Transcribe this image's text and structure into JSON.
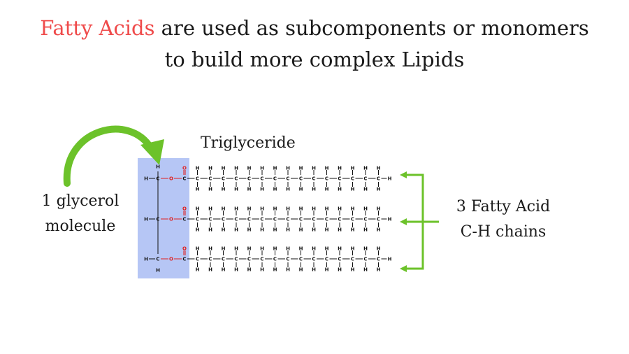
{
  "heading": {
    "accent": "Fatty Acids",
    "line1_rest": " are used as subcomponents or monomers",
    "line2": "to build more complex Lipids"
  },
  "triglyceride_label": "Triglyceride",
  "glycerol_label": {
    "line1": "1 glycerol",
    "line2": "molecule"
  },
  "fatty_acid_label": {
    "line1": "3 Fatty Acid",
    "line2": "C-H chains"
  },
  "atoms": {
    "carbon": "C",
    "hydrogen": "H",
    "oxygen": "O"
  },
  "carbons_per_chain": 16,
  "colors": {
    "accent": "#ef4b4b",
    "arrow": "#6cc22a",
    "glycerol_highlight": "#b6c6f5",
    "oxygen": "#e02020"
  }
}
